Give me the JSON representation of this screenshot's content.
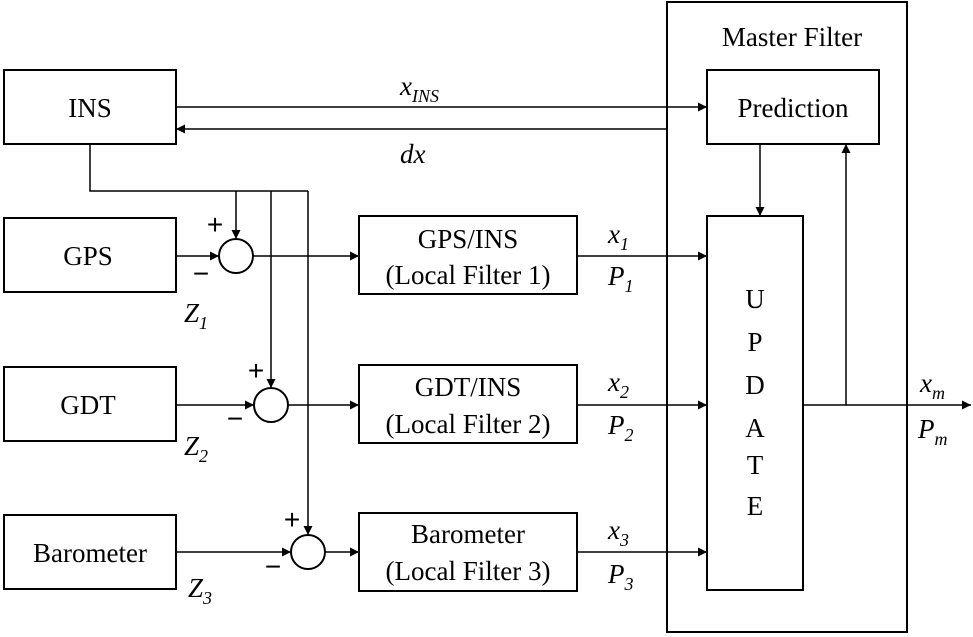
{
  "blocks": {
    "ins": "INS",
    "gps": "GPS",
    "gdt": "GDT",
    "barometer": "Barometer",
    "master_filter": "Master Filter",
    "prediction": "Prediction",
    "local_filters": [
      {
        "line1": "GPS/INS",
        "line2": "(Local Filter 1)"
      },
      {
        "line1": "GDT/INS",
        "line2": "(Local Filter 2)"
      },
      {
        "line1": "Barometer",
        "line2": "(Local Filter 3)"
      }
    ],
    "update_letters": [
      "U",
      "P",
      "D",
      "A",
      "T",
      "E"
    ]
  },
  "signals": {
    "x_ins": {
      "base": "x",
      "sub": "INS"
    },
    "dx": "dx",
    "z": [
      {
        "base": "Z",
        "sub": "1"
      },
      {
        "base": "Z",
        "sub": "2"
      },
      {
        "base": "Z",
        "sub": "3"
      }
    ],
    "local_outputs": [
      {
        "x": "x",
        "x_sub": "1",
        "p": "P",
        "p_sub": "1"
      },
      {
        "x": "x",
        "x_sub": "2",
        "p": "P",
        "p_sub": "2"
      },
      {
        "x": "x",
        "x_sub": "3",
        "p": "P",
        "p_sub": "3"
      }
    ],
    "master_output": {
      "x": "x",
      "x_sub": "m",
      "p": "P",
      "p_sub": "m"
    }
  },
  "summing_junction_signs": {
    "plus": "+",
    "minus": "−"
  }
}
